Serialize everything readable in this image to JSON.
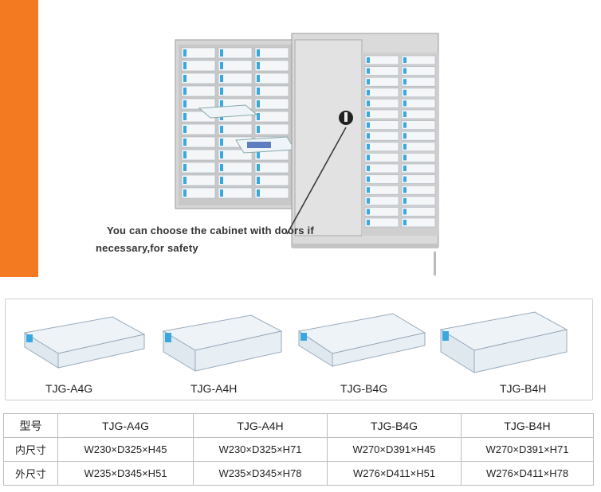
{
  "caption": {
    "line1": "You can choose the cabinet with doors if",
    "line2": "necessary,for safety"
  },
  "trays": [
    {
      "model": "TJG-A4G"
    },
    {
      "model": "TJG-A4H"
    },
    {
      "model": "TJG-B4G"
    },
    {
      "model": "TJG-B4H"
    }
  ],
  "spec_table": {
    "header": [
      "型号",
      "TJG-A4G",
      "TJG-A4H",
      "TJG-B4G",
      "TJG-B4H"
    ],
    "rows": [
      {
        "label": "内尺寸",
        "cells": [
          "W230×D325×H45",
          "W230×D325×H71",
          "W270×D391×H45",
          "W270×D391×H71"
        ]
      },
      {
        "label": "外尺寸",
        "cells": [
          "W235×D345×H51",
          "W235×D345×H78",
          "W276×D411×H51",
          "W276×D411×H78"
        ]
      }
    ]
  },
  "colors": {
    "accent": "#f47a22",
    "cabinet": "#d9d9d9",
    "drawer_clip": "#3aa8e0"
  }
}
